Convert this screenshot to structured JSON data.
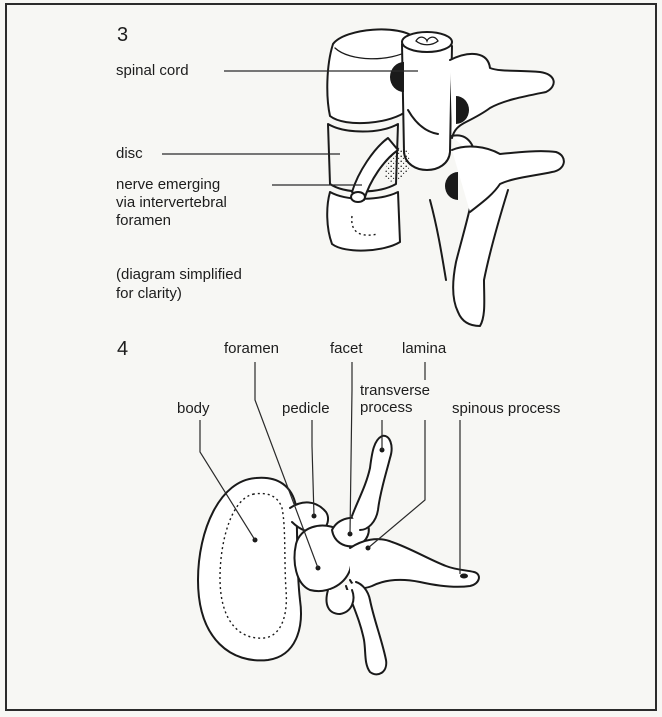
{
  "figure3": {
    "number": "3",
    "labels": {
      "spinal_cord": "spinal cord",
      "disc": "disc",
      "nerve_line1": "nerve emerging",
      "nerve_line2": "via intervertebral",
      "nerve_line3": "foramen",
      "note_line1": "(diagram simplified",
      "note_line2": "for clarity)"
    }
  },
  "figure4": {
    "number": "4",
    "labels": {
      "body": "body",
      "foramen": "foramen",
      "pedicle": "pedicle",
      "facet": "facet",
      "lamina": "lamina",
      "transverse_line1": "transverse",
      "transverse_line2": "process",
      "spinous_process": "spinous process"
    }
  }
}
